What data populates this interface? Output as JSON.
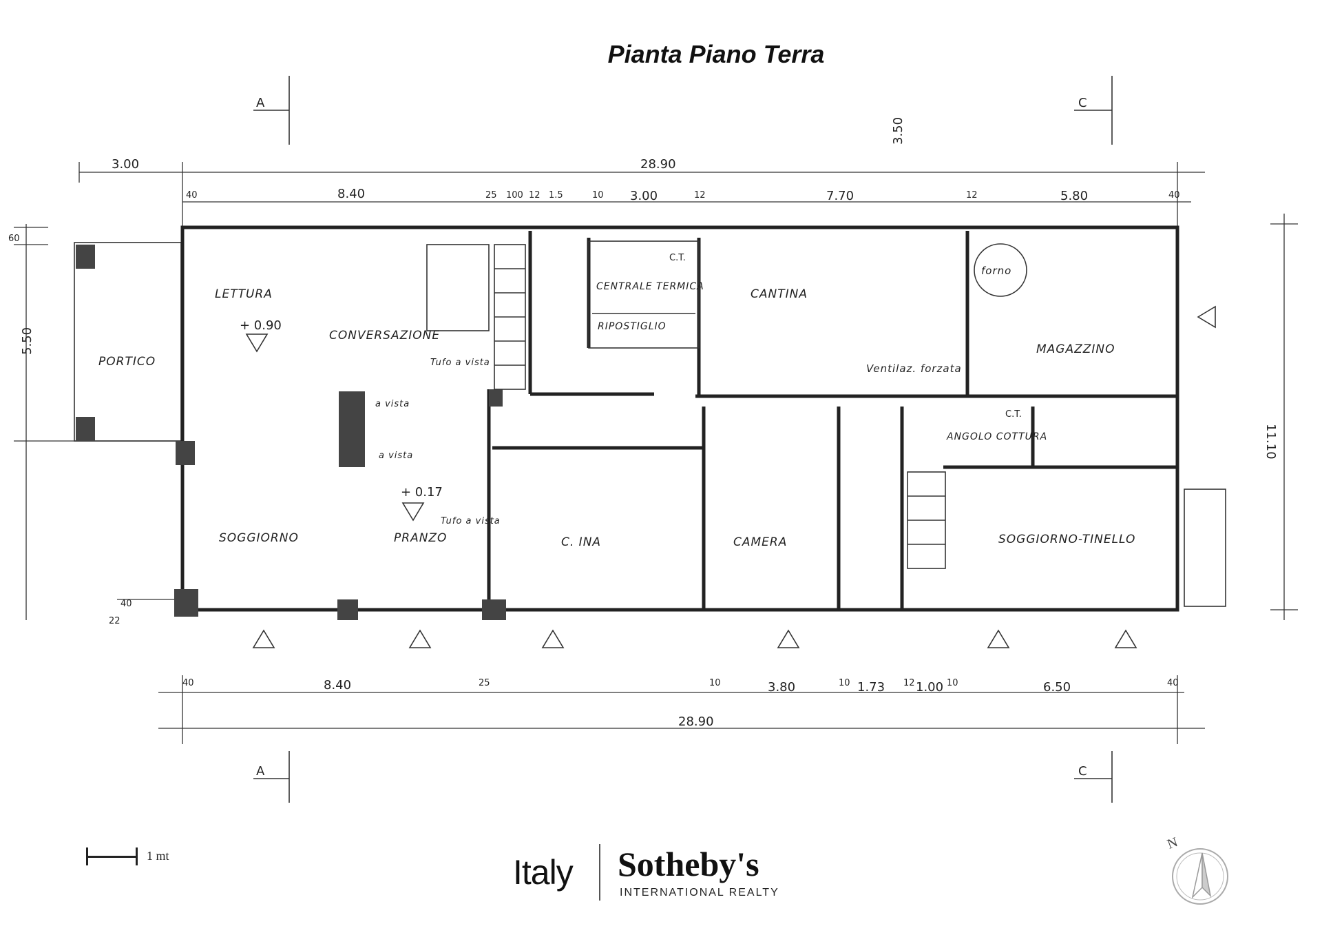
{
  "title": "Pianta Piano Terra",
  "rooms": {
    "portico": "PORTICO",
    "lettura": "LETTURA",
    "conversazione": "CONVERSAZIONE",
    "soggiorno": "SOGGIORNO",
    "pranzo": "PRANZO",
    "cucina": "C.    INA",
    "centrale_termica": "CENTRALE TERMICA",
    "ripostiglio": "RIPOSTIGLIO",
    "cantina": "CANTINA",
    "magazzino": "MAGAZZINO",
    "camera": "CAMERA",
    "angolo_cottura": "ANGOLO COTTURA",
    "soggiorno_tinello": "SOGGIORNO-TINELLO",
    "forno": "forno",
    "ct": "C.T."
  },
  "annotations": {
    "tufo_a_vista": "Tufo a vista",
    "a_vista": "a vista",
    "ventilaz_forzata": "Ventilaz. forzata",
    "level_upper": "+ 0.90",
    "level_lower": "+ 0.17"
  },
  "sections": {
    "a": "A",
    "c": "C"
  },
  "dimensions": {
    "overall": "28.90",
    "portico_width": "3.00",
    "top": [
      "40",
      "8.40",
      "25",
      "100",
      "12",
      "1.5",
      "10",
      "3.00",
      "12",
      "7.70",
      "12",
      "5.80",
      "40"
    ],
    "bottom": [
      "40",
      "8.40",
      "25",
      "10",
      "3.80",
      "10",
      "1.73",
      "12",
      "1.00",
      "10",
      "6.50",
      "40"
    ],
    "left": [
      "60",
      "5.50",
      "22",
      "40"
    ],
    "right": "11.10",
    "cantina_depth": "3.50"
  },
  "scale": {
    "label": "1 mt"
  },
  "logo": {
    "italy": "Italy",
    "brand": "Sotheby's",
    "subtitle": "INTERNATIONAL REALTY"
  },
  "compass": {
    "north": "N"
  }
}
